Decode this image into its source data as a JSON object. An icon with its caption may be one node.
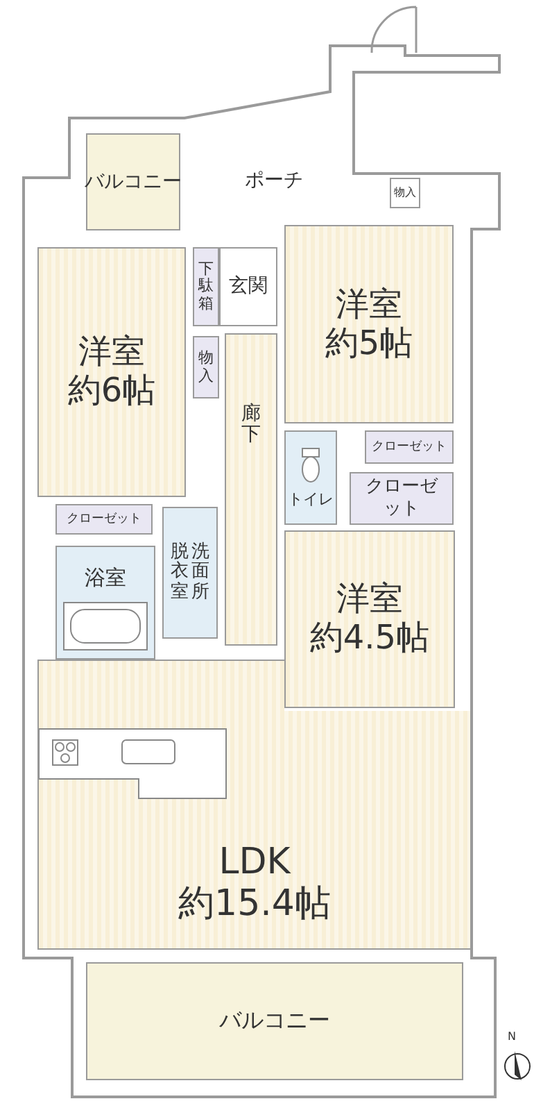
{
  "diagram": {
    "nodes": [
      {
        "text": [
          "バルコニー"
        ]
      },
      {
        "text": [
          "ポーチ"
        ]
      },
      {
        "text": [
          "物入"
        ]
      },
      {
        "text": [
          "下駄箱"
        ]
      },
      {
        "text": [
          "玄関"
        ]
      },
      {
        "text": [
          "洋室",
          "約5帖"
        ]
      },
      {
        "text": [
          "洋室",
          "約6帖"
        ]
      },
      {
        "text": [
          "物入"
        ]
      },
      {
        "text": [
          "廊下"
        ]
      },
      {
        "text": [
          "トイレ"
        ]
      },
      {
        "text": [
          "クローゼット"
        ]
      },
      {
        "text": [
          "クローゼット"
        ]
      },
      {
        "text": [
          "クローゼット"
        ]
      },
      {
        "text": [
          "浴室"
        ]
      },
      {
        "text": [
          "脱衣室",
          "洗面所"
        ]
      },
      {
        "text": [
          "洋室",
          "約4.5帖"
        ]
      },
      {
        "text": [
          "LDK",
          "約15.4帖"
        ]
      },
      {
        "text": [
          "バルコニー"
        ]
      }
    ],
    "labels": [
      "N"
    ]
  }
}
